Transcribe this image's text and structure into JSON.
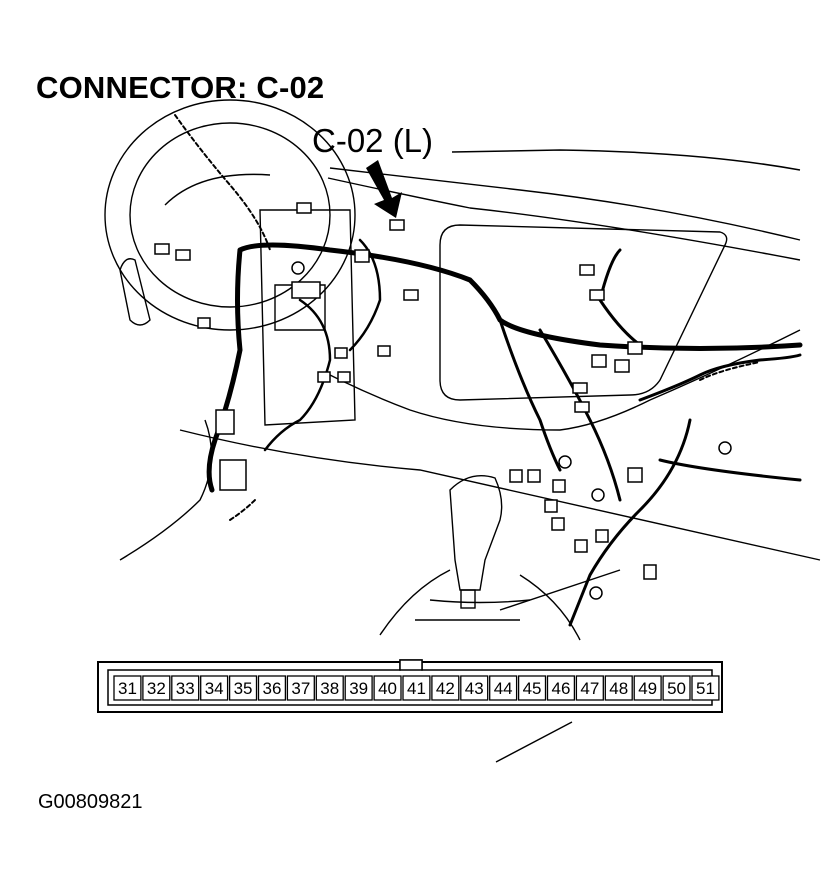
{
  "header": {
    "title": "CONNECTOR: C-02"
  },
  "callout": {
    "label": "C-02 (L)"
  },
  "connector": {
    "pins": [
      "31",
      "32",
      "33",
      "34",
      "35",
      "36",
      "37",
      "38",
      "39",
      "40",
      "41",
      "42",
      "43",
      "44",
      "45",
      "46",
      "47",
      "48",
      "49",
      "50",
      "51"
    ]
  },
  "footer": {
    "figure_id": "G00809821"
  }
}
